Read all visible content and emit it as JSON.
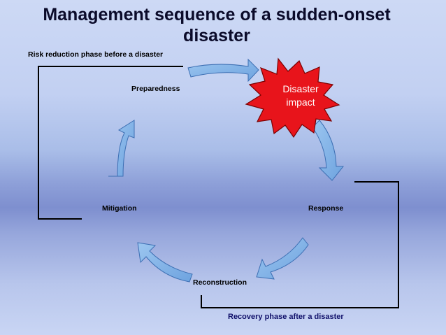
{
  "title": "Management sequence of a sudden-onset disaster",
  "phases": {
    "risk_reduction": "Risk reduction phase before a disaster",
    "recovery": "Recovery phase after a disaster"
  },
  "cycle": {
    "preparedness": "Preparedness",
    "disaster_line1": "Disaster",
    "disaster_line2": "impact",
    "response": "Response",
    "reconstruction": "Reconstruction",
    "mitigation": "Mitigation"
  },
  "colors": {
    "arrow_fill": "#7fb1e6",
    "burst_fill": "#e8141b",
    "bracket_line": "#000000"
  }
}
